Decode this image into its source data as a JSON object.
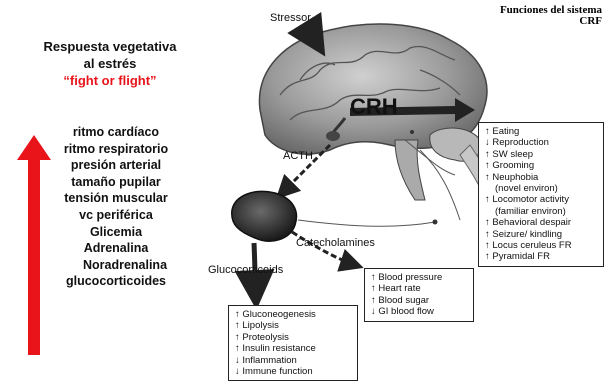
{
  "header": {
    "line1": "Funciones del sistema",
    "line2": "CRF"
  },
  "left_panel": {
    "title_line1": "Respuesta vegetativa",
    "title_line2": "al estrés",
    "title_line3": "“fight or flight”",
    "items": [
      "ritmo cardíaco",
      "ritmo respiratorio",
      "presión arterial",
      "tamaño pupilar",
      "tensión muscular",
      "vc periférica",
      "Glicemia",
      "Adrenalina",
      "Noradrenalina",
      "glucocorticoides"
    ],
    "arrow_color": "#e8141a"
  },
  "diagram": {
    "stressor": "Stressor",
    "crh": "CRH",
    "acth": "ACTH",
    "catecholamines": "Catecholamines",
    "glucocorticoids": "Glucocorticoids",
    "behavior_box": [
      "↑ Eating",
      "↓ Reproduction",
      "↑ SW sleep",
      "↑ Grooming",
      "↑ Neuphobia",
      "(novel environ)",
      "↑ Locomotor activity",
      "(familiar environ)",
      "↑ Behavioral despair",
      "↑ Seizure/ kindling",
      "↑ Locus ceruleus FR",
      "↑ Pyramidal FR"
    ],
    "catecholamine_box": [
      "↑ Blood pressure",
      "↑ Heart rate",
      "↑ Blood sugar",
      "↓ GI blood flow"
    ],
    "glucocorticoid_box": [
      "↑ Gluconeogenesis",
      "↑ Lipolysis",
      "↑ Proteolysis",
      "↑ Insulin resistance",
      "↓ Inflammation",
      "↓ Immune function"
    ]
  }
}
